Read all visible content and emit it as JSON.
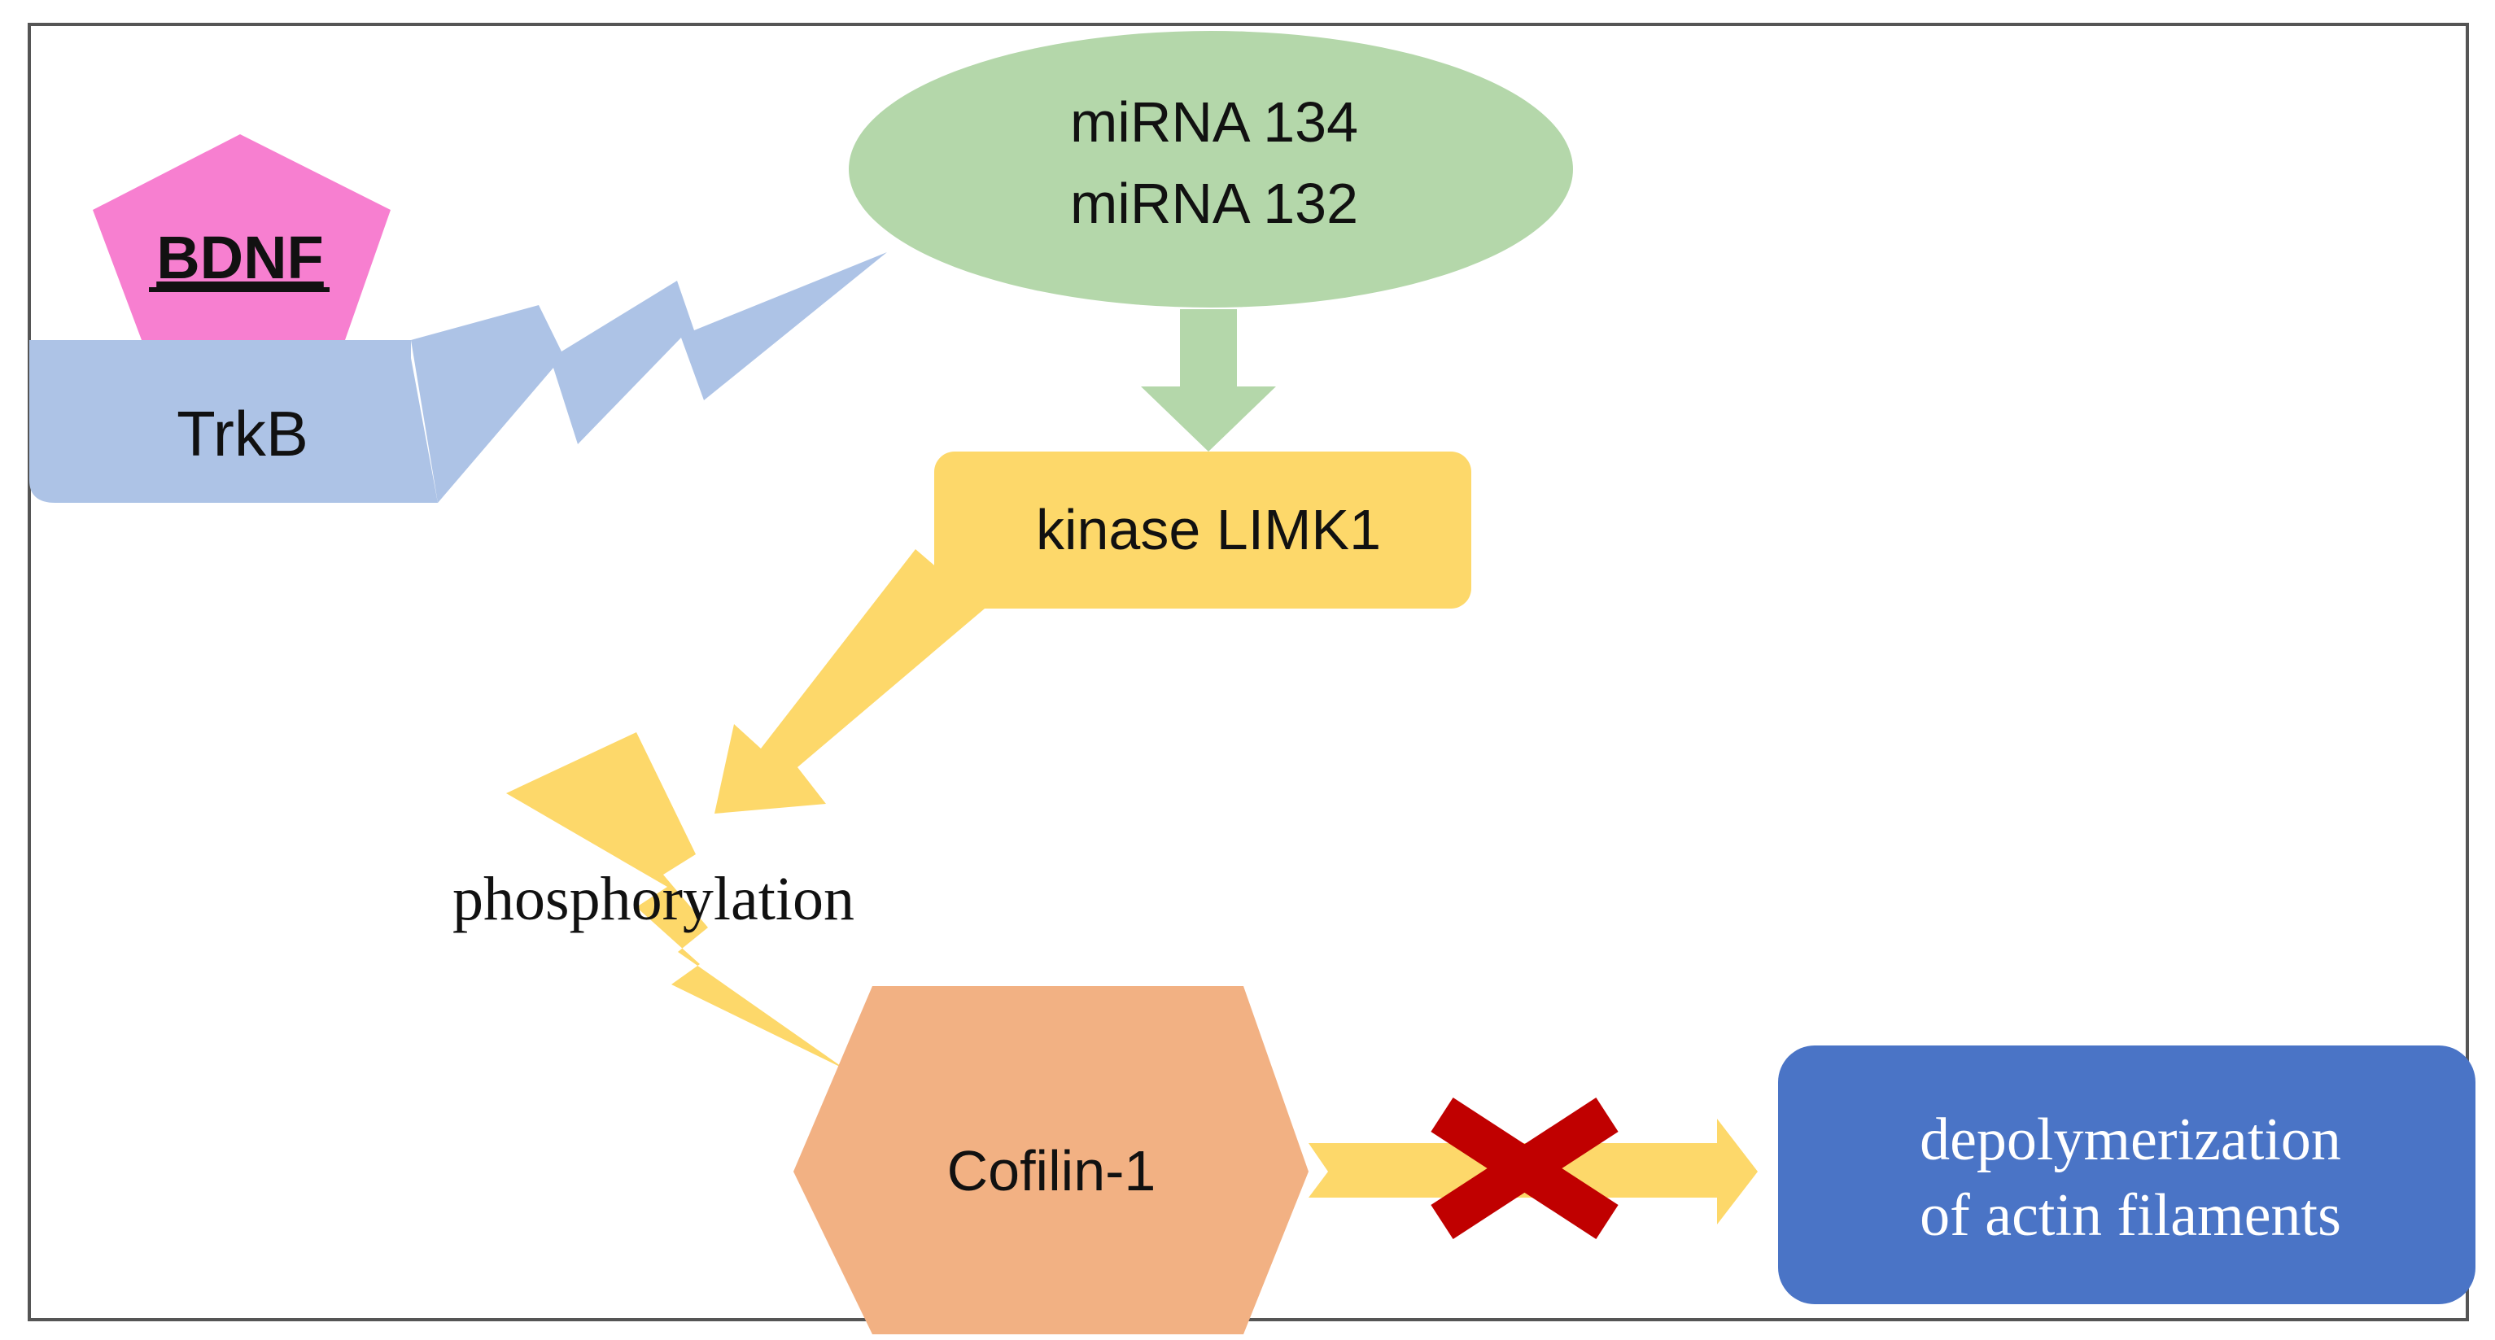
{
  "nodes": {
    "bdnf": {
      "label": "BDNF",
      "color": "#f77fd0"
    },
    "trkb": {
      "label": "TrkB",
      "color": "#adc3e6"
    },
    "mirna": {
      "line1": "miRNA 134",
      "line2": "miRNA 132",
      "color": "#b4d7aa"
    },
    "limk1": {
      "label": "kinase LIMK1",
      "color": "#fdd86a"
    },
    "phosphorylation": {
      "label": "phosphorylation",
      "color": "#fdd86a"
    },
    "cofilin": {
      "label": "Cofilin-1",
      "color": "#f2b183"
    },
    "depolymerization": {
      "line1": "depolymerization",
      "line2": "of actin filaments",
      "color": "#4a74c6"
    }
  },
  "colors": {
    "frame": "#555555",
    "signal_blue": "#adc3e6",
    "arrow_green": "#b4d7aa",
    "arrow_yellow": "#fdd86a",
    "block_mark": "#c00000"
  }
}
